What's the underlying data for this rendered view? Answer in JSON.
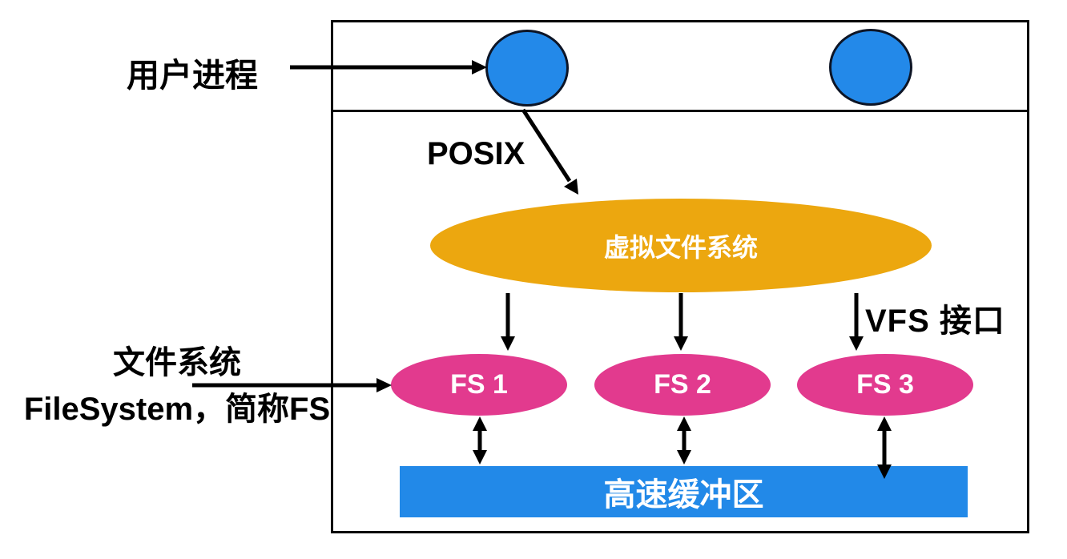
{
  "diagram": {
    "colors": {
      "process_circle_blue": "#2389E9",
      "buffer_bar_blue": "#2289E8",
      "vfs_orange": "#ECA70F",
      "fs_pink": "#E23A8E",
      "line_black": "#000000",
      "node_text_white": "#FFFFFF"
    },
    "labels": {
      "user_process": "用户进程",
      "posix": "POSIX",
      "vfs_interface": "VFS 接口",
      "fs_caption_line1": "文件系统",
      "fs_caption_line2": "FileSystem，简称FS"
    },
    "nodes": {
      "virtual_file_system": {
        "label": "虚拟文件系统"
      },
      "file_systems": [
        {
          "label": "FS 1"
        },
        {
          "label": "FS 2"
        },
        {
          "label": "FS 3"
        }
      ],
      "buffer": {
        "label": "高速缓冲区"
      }
    }
  }
}
